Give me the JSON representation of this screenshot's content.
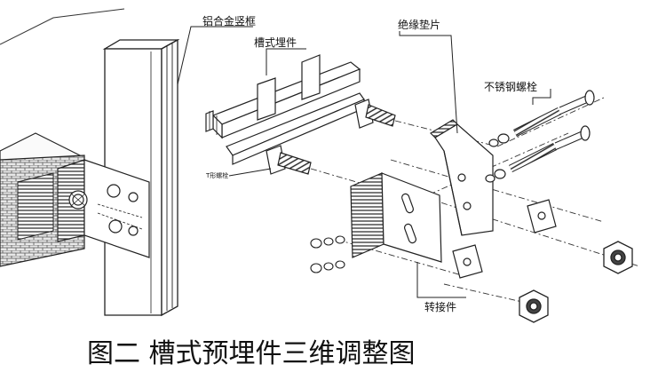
{
  "labels": {
    "mullion": "铝合金竖框",
    "channel_embed": "槽式埋件",
    "insulation_pad": "绝缘垫片",
    "ss_bolt": "不锈钢螺栓",
    "adapter": "转接件",
    "small_tag": "T形螺栓"
  },
  "caption": "图二  槽式预埋件三维调整图"
}
